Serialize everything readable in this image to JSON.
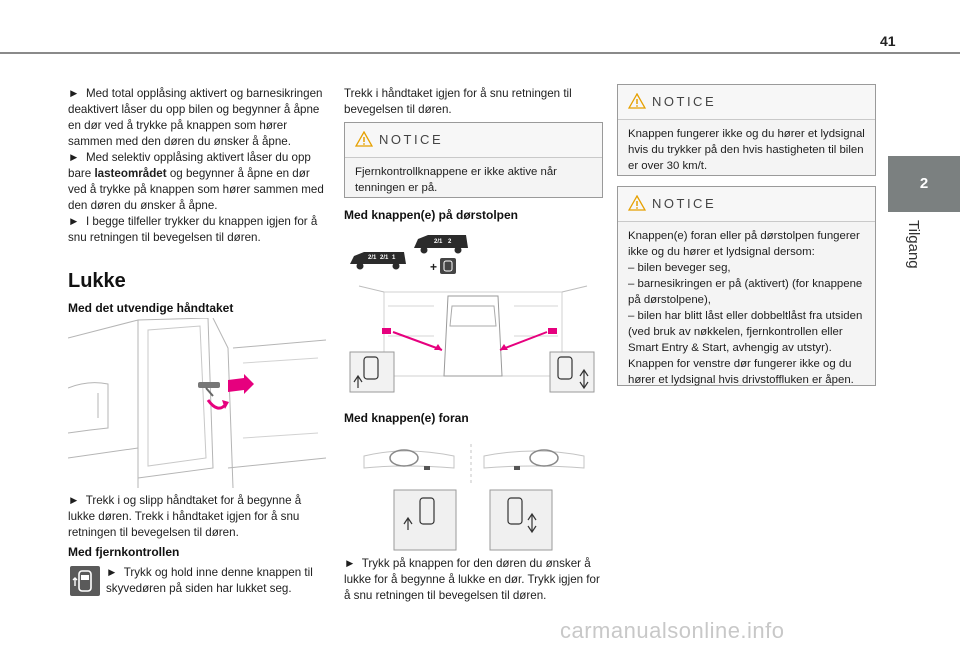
{
  "header": {
    "page_number": "41"
  },
  "chapter": {
    "number": "2",
    "title": "Tilgang"
  },
  "col1": {
    "intro_p1_arrow": "►",
    "intro_p1": "Med total opplåsing aktivert og barnesikringen deaktivert låser du opp bilen og begynner å åpne en dør ved å trykke på knappen som hører sammen med den døren du ønsker å åpne.",
    "intro_p2_a": "Med selektiv opplåsing aktivert låser du opp bare ",
    "intro_p2_bold": "lasteområdet",
    "intro_p2_b": " og begynner å åpne en dør ved å trykke på knappen som hører sammen med den døren du ønsker å åpne.",
    "intro_p3": "I begge tilfeller trykker du knappen igjen for å snu retningen til bevegelsen til døren.",
    "heading_lukke": "Lukke",
    "sub_handle": "Med det utvendige håndtaket",
    "handle_text": "Trekk i og slipp håndtaket for å begynne å lukke døren. Trekk i håndtaket igjen for å snu retningen til bevegelsen til døren.",
    "sub_remote": "Med fjernkontrollen",
    "remote_text": "Trykk og hold inne denne knappen til skyvedøren på siden har lukket seg."
  },
  "col2": {
    "intro_text": "Trekk i håndtaket igjen for å snu retningen til bevegelsen til døren.",
    "notice_title": "NOTICE",
    "notice_text": "Fjernkontrollknappene er ikke aktive når tenningen er på.",
    "sub_pillar": "Med knappen(e) på dørstolpen",
    "sub_front": "Med knappen(e) foran",
    "front_text": "Trykk på knappen for den døren du ønsker å lukke for å begynne å lukke en dør. Trykk igjen for å snu retningen til bevegelsen til døren."
  },
  "col3": {
    "notice1_title": "NOTICE",
    "notice1_text": "Knappen fungerer ikke og du hører et lydsignal hvis du trykker på den hvis hastigheten til bilen er over 30 km/t.",
    "notice2_title": "NOTICE",
    "notice2_lines": [
      "Knappen(e) foran eller på dørstolpen fungerer ikke og du hører et lydsignal dersom:",
      "– bilen beveger seg,",
      "– barnesikringen er på (aktivert) (for knappene på dørstolpene),",
      "– bilen har blitt låst eller dobbeltlåst fra utsiden (ved bruk av nøkkelen, fjernkontrollen eller Smart Entry & Start, avhengig av utstyr).",
      "Knappen for venstre dør fungerer ikke og du hører et lydsignal hvis drivstoffluken er åpen."
    ]
  },
  "figures": {
    "plus_sign": "+"
  },
  "colors": {
    "accent_magenta": "#e6007e",
    "chapter_tab": "#7b8080",
    "notice_bg": "#f4f4f4"
  },
  "watermark": "carmanualsonline.info"
}
